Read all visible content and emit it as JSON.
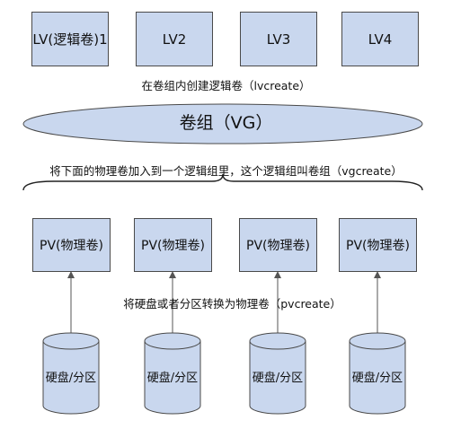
{
  "lv_boxes": [
    "LV(逻辑卷)1",
    "LV2",
    "LV3",
    "LV4"
  ],
  "lvcreate_caption": "在卷组内创建逻辑卷（lvcreate）",
  "vg_label": "卷组（VG）",
  "vgcreate_caption": "将下面的物理卷加入到一个逻辑组里，这个逻辑组叫卷组（vgcreate）",
  "pv_boxes": [
    "PV(物理卷)",
    "PV(物理卷)",
    "PV(物理卷)",
    "PV(物理卷)"
  ],
  "pvcreate_caption": "将硬盘或者分区转换为物理卷（pvcreate）",
  "disks": [
    "硬盘/分区",
    "硬盘/分区",
    "硬盘/分区",
    "硬盘/分区"
  ],
  "colors": {
    "box_fill": "#c9d7ee",
    "border": "#4a4a4a",
    "arrow": "#555555"
  }
}
